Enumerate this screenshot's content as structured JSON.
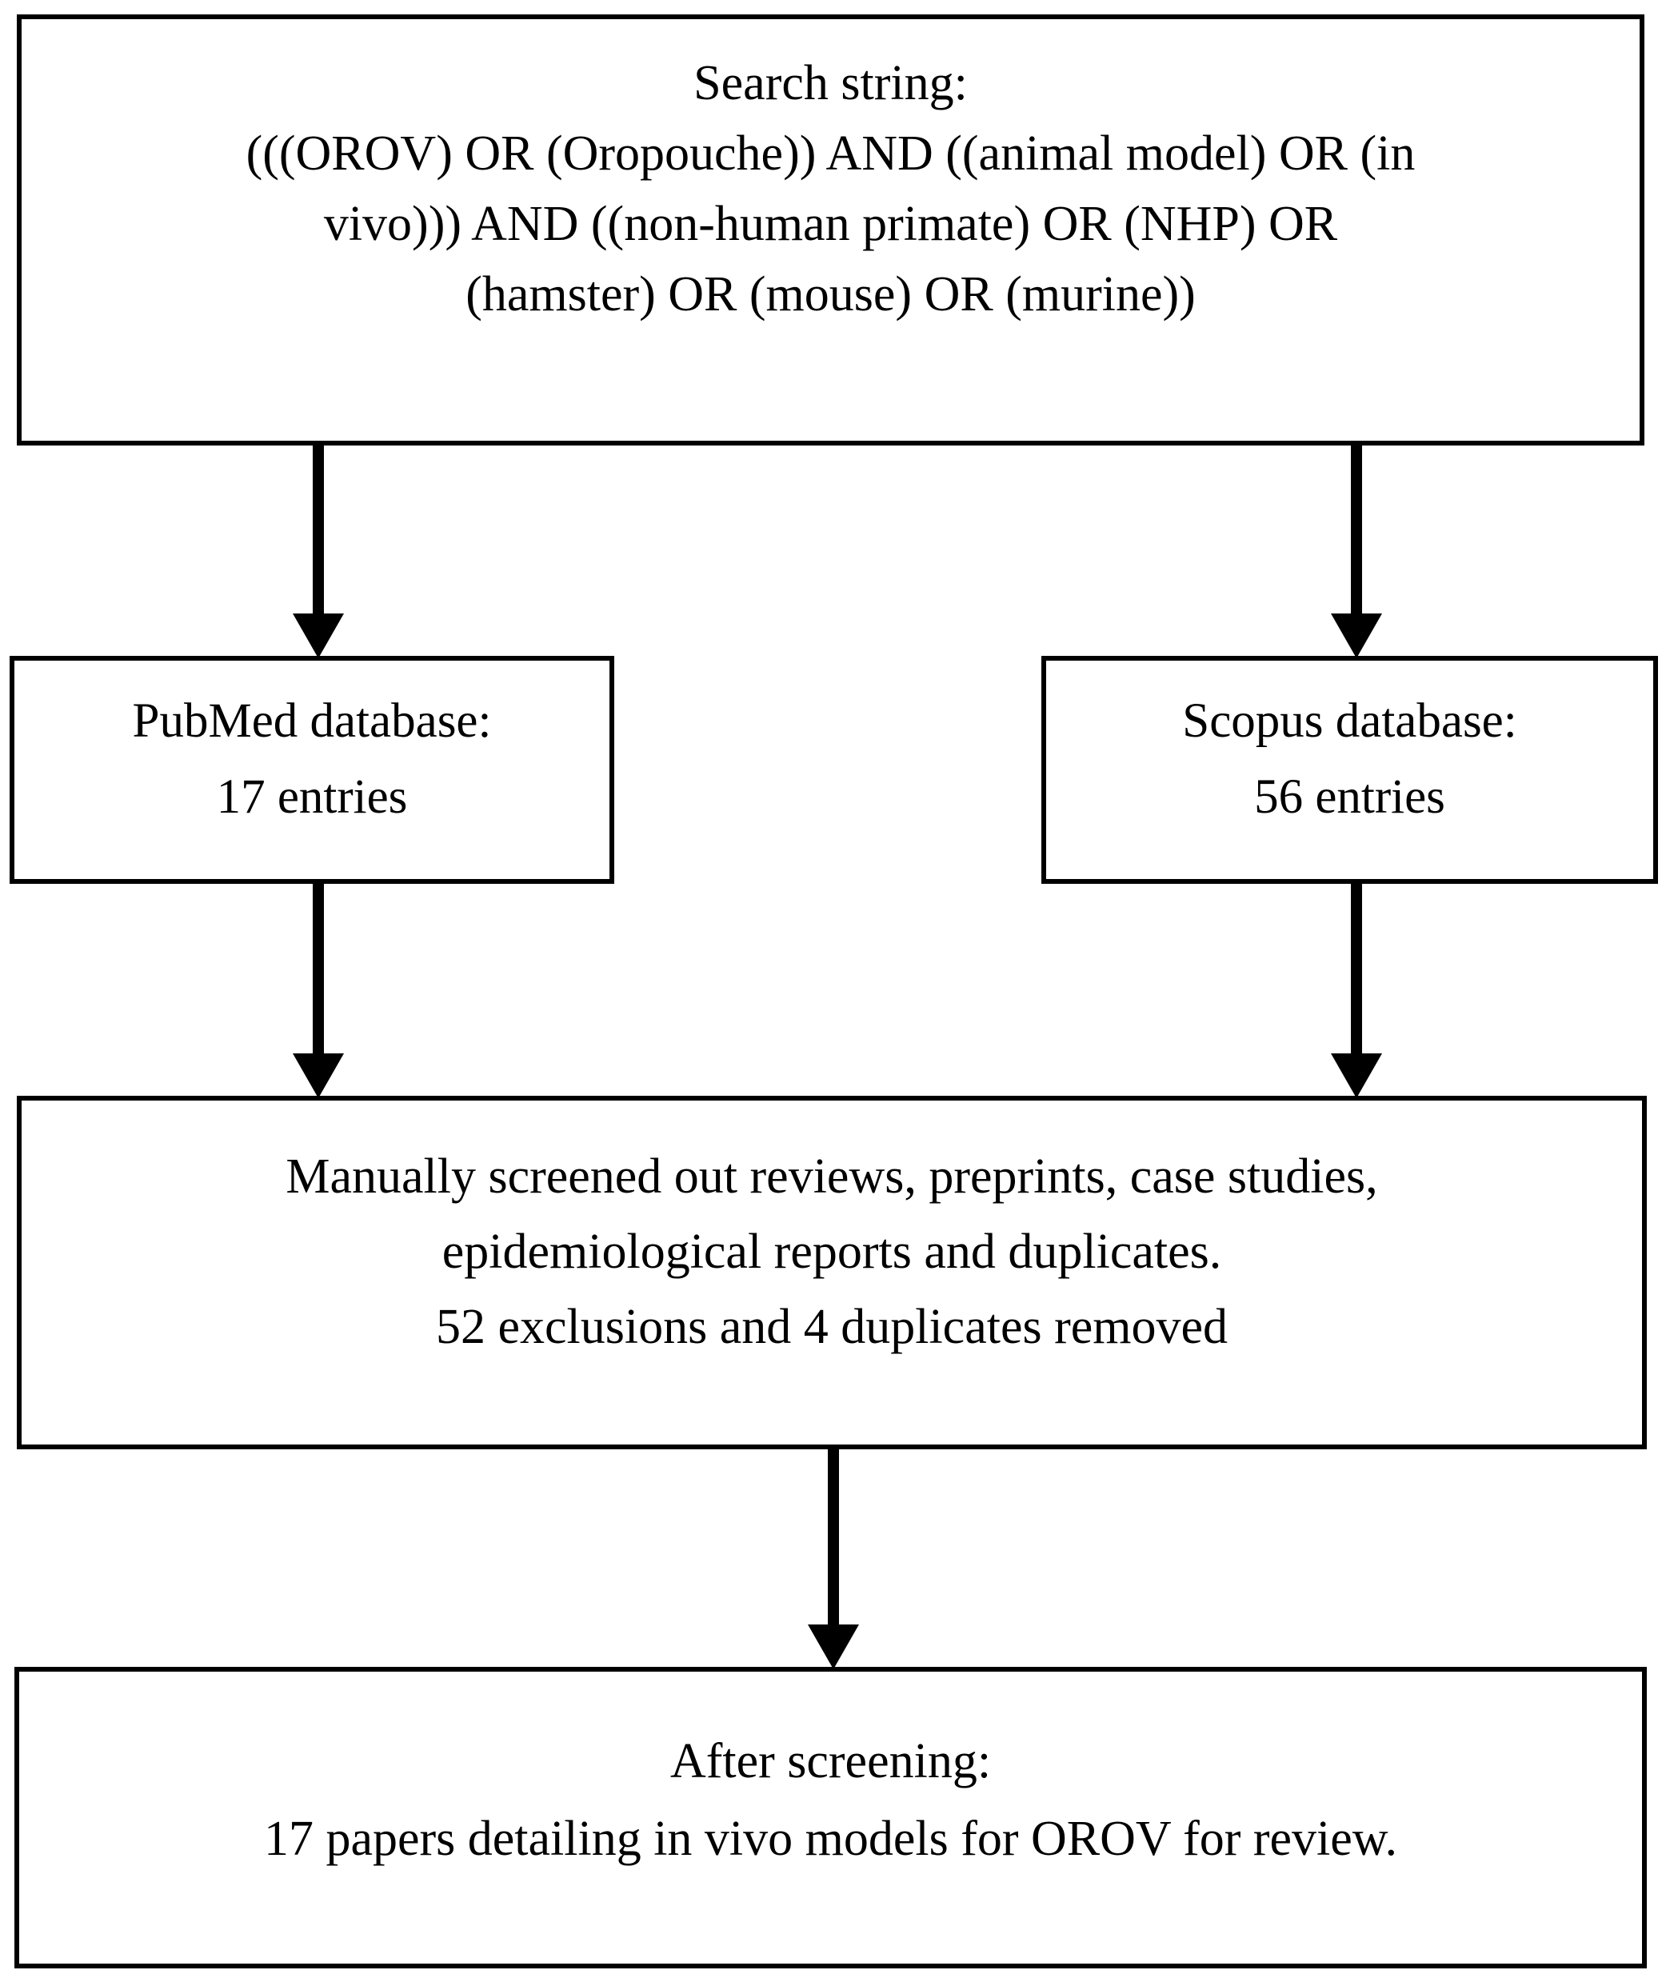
{
  "diagram": {
    "type": "flowchart",
    "title": "Literature search and screening flow",
    "colors": {
      "stroke": "#000000",
      "fill": "#ffffff",
      "text": "#000000"
    },
    "nodes": {
      "search": {
        "id": "search-string-box",
        "heading": "Search string:",
        "lines": [
          "Search string:",
          "(((OROV) OR (Oropouche)) AND ((animal model) OR (in",
          "vivo))) AND ((non-human primate) OR (NHP) OR",
          "(hamster) OR (mouse) OR (murine))"
        ]
      },
      "pubmed": {
        "id": "pubmed-database-box",
        "lines": [
          "PubMed database:",
          "17 entries"
        ],
        "database": "PubMed",
        "count": 17,
        "unit": "entries"
      },
      "scopus": {
        "id": "scopus-database-box",
        "lines": [
          "Scopus database:",
          "56 entries"
        ],
        "database": "Scopus",
        "count": 56,
        "unit": "entries"
      },
      "screening": {
        "id": "manual-screening-box",
        "lines": [
          "Manually screened out reviews, preprints, case studies,",
          "epidemiological reports and duplicates.",
          "52 exclusions and 4 duplicates removed"
        ],
        "exclusions": 52,
        "duplicates_removed": 4
      },
      "result": {
        "id": "after-screening-box",
        "lines": [
          "After screening:",
          "17 papers detailing in vivo models for OROV for review."
        ],
        "papers_included": 17
      }
    },
    "edges": [
      {
        "id": "search-to-pubmed",
        "from": "search",
        "to": "pubmed",
        "style": "solid-arrow-down"
      },
      {
        "id": "search-to-scopus",
        "from": "search",
        "to": "scopus",
        "style": "solid-arrow-down"
      },
      {
        "id": "pubmed-to-screening",
        "from": "pubmed",
        "to": "screening",
        "style": "solid-arrow-down"
      },
      {
        "id": "scopus-to-screening",
        "from": "scopus",
        "to": "screening",
        "style": "solid-arrow-down"
      },
      {
        "id": "screening-to-result",
        "from": "screening",
        "to": "result",
        "style": "solid-arrow-down"
      }
    ]
  }
}
